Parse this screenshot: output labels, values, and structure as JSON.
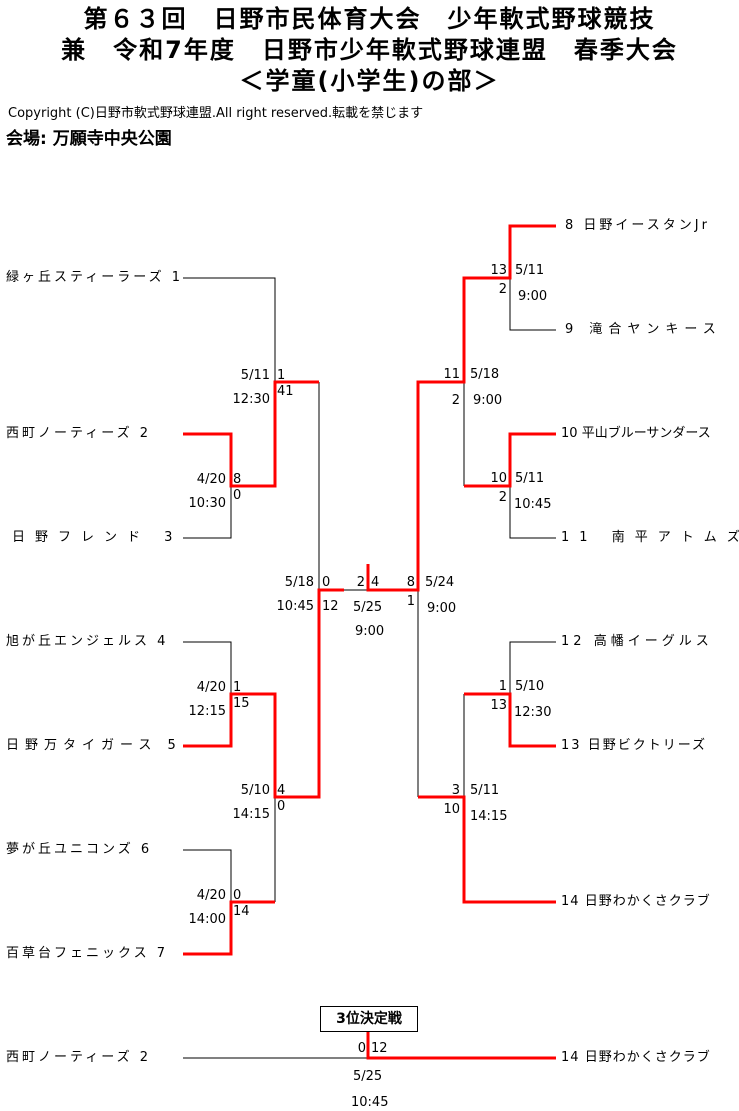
{
  "header": {
    "title_line1": "第６３回　日野市民体育大会　少年軟式野球競技",
    "title_line2": "兼　令和7年度　日野市少年軟式野球連盟　春季大会",
    "title_line3": "＜学童(小学生)の部＞",
    "copyright": "Copyright (C)日野市軟式野球連盟.All right reserved.転載を禁じます",
    "venue": "会場: 万願寺中央公園"
  },
  "colors": {
    "winner_line": "#ff0000",
    "line": "#000000"
  },
  "teams_left": [
    {
      "name": "緑ヶ丘スティーラーズ",
      "seed": "1"
    },
    {
      "name": "西町ノーティーズ",
      "seed": "2"
    },
    {
      "name": "日野フレンド",
      "seed": "3"
    },
    {
      "name": "旭が丘エンジェルス",
      "seed": "4"
    },
    {
      "name": "日野万タイガース",
      "seed": "5"
    },
    {
      "name": "夢が丘ユニコンズ",
      "seed": "6"
    },
    {
      "name": "百草台フェニックス",
      "seed": "7"
    }
  ],
  "teams_right": [
    {
      "name": "日野イースタンJr",
      "seed": "8"
    },
    {
      "name": "滝合ヤンキース",
      "seed": "9"
    },
    {
      "name": "平山ブルーサンダース",
      "seed": "10"
    },
    {
      "name": "南平アトムズ",
      "seed": "11"
    },
    {
      "name": "高幡イーグルス",
      "seed": "12"
    },
    {
      "name": "日野ビクトリーズ",
      "seed": "13"
    },
    {
      "name": "日野わかくさクラブ",
      "seed": "14"
    }
  ],
  "games": {
    "g2v3": {
      "date": "4/20",
      "time": "10:30",
      "score_top": "8",
      "score_bottom": "0"
    },
    "g1vW23": {
      "date": "5/11",
      "time": "12:30",
      "score_top": "1",
      "score_bottom": "41"
    },
    "g4v5": {
      "date": "4/20",
      "time": "12:15",
      "score_top": "1",
      "score_bottom": "15"
    },
    "g6v7": {
      "date": "4/20",
      "time": "14:00",
      "score_top": "0",
      "score_bottom": "14"
    },
    "gW45vW67": {
      "date": "5/10",
      "time": "14:15",
      "score_top": "4",
      "score_bottom": "0"
    },
    "semi_left": {
      "date": "5/18",
      "time": "10:45",
      "score_top": "0",
      "score_bottom": "12"
    },
    "g8v9": {
      "date": "5/11",
      "time": "9:00",
      "score_top": "13",
      "score_bottom": "2"
    },
    "g10v11": {
      "date": "5/11",
      "time": "10:45",
      "score_top": "10",
      "score_bottom": "2"
    },
    "gW89vW1011": {
      "date": "5/18",
      "time": "9:00",
      "score_top": "11",
      "score_bottom": "2"
    },
    "g12v13": {
      "date": "5/10",
      "time": "12:30",
      "score_top": "1",
      "score_bottom": "13"
    },
    "gW1213v14": {
      "date": "5/11",
      "time": "14:15",
      "score_top": "3",
      "score_bottom": "10"
    },
    "semi_right": {
      "date": "5/24",
      "time": "9:00",
      "score_top": "8",
      "score_bottom": "1"
    },
    "final": {
      "date": "5/25",
      "time": "9:00",
      "score_left": "2",
      "score_right": "4"
    }
  },
  "third_place": {
    "label": "3位決定戦",
    "left_team": {
      "name": "西町ノーティーズ",
      "seed": "2"
    },
    "right_team": {
      "name": "日野わかくさクラブ",
      "seed": "14"
    },
    "score_left": "0",
    "score_right": "12",
    "date": "5/25",
    "time": "10:45"
  }
}
